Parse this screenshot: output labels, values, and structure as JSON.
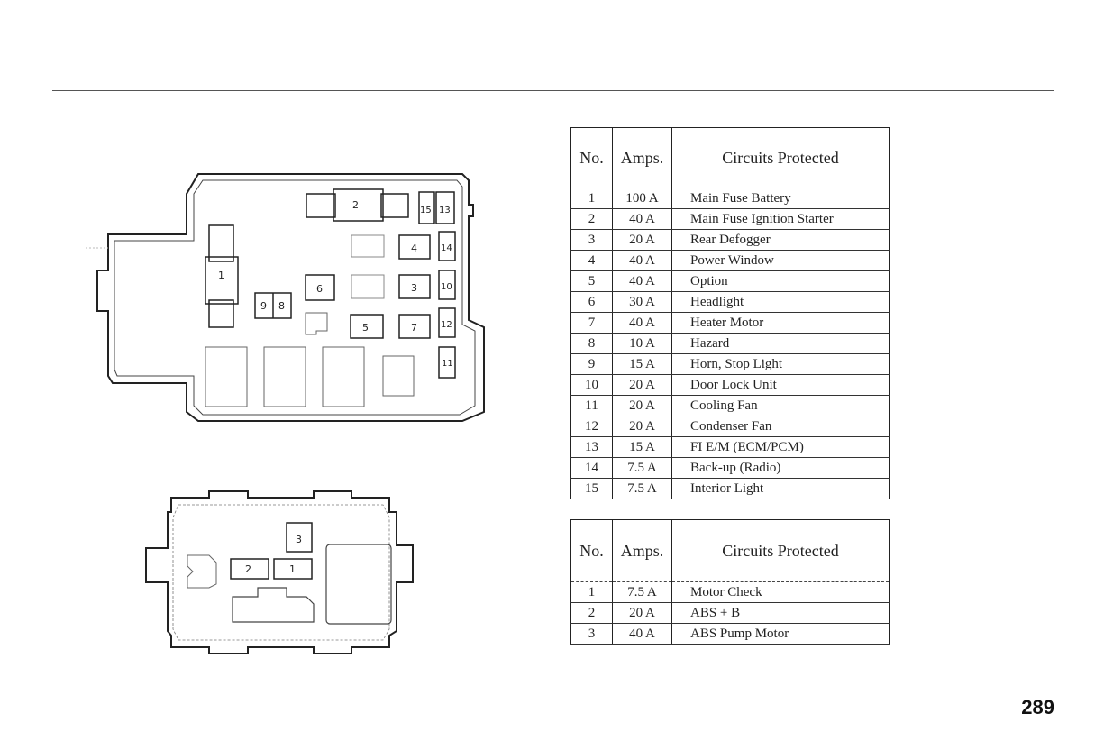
{
  "page_number": "289",
  "main_box": {
    "fuse_labels": [
      "1",
      "2",
      "3",
      "4",
      "5",
      "6",
      "7",
      "8",
      "9",
      "10",
      "11",
      "12",
      "13",
      "14",
      "15"
    ]
  },
  "secondary_box": {
    "fuse_labels": [
      "1",
      "2",
      "3"
    ]
  },
  "main_table": {
    "headers": {
      "no": "No.",
      "amps": "Amps.",
      "circuits": "Circuits Protected"
    },
    "rows": [
      {
        "no": "1",
        "amps": "100 A",
        "circuit": "Main Fuse Battery"
      },
      {
        "no": "2",
        "amps": "40 A",
        "circuit": "Main Fuse Ignition Starter"
      },
      {
        "no": "3",
        "amps": "20 A",
        "circuit": "Rear Defogger"
      },
      {
        "no": "4",
        "amps": "40 A",
        "circuit": "Power Window"
      },
      {
        "no": "5",
        "amps": "40 A",
        "circuit": "Option"
      },
      {
        "no": "6",
        "amps": "30 A",
        "circuit": "Headlight"
      },
      {
        "no": "7",
        "amps": "40 A",
        "circuit": "Heater Motor"
      },
      {
        "no": "8",
        "amps": "10 A",
        "circuit": "Hazard"
      },
      {
        "no": "9",
        "amps": "15 A",
        "circuit": "Horn, Stop Light"
      },
      {
        "no": "10",
        "amps": "20 A",
        "circuit": "Door Lock Unit"
      },
      {
        "no": "11",
        "amps": "20 A",
        "circuit": "Cooling Fan"
      },
      {
        "no": "12",
        "amps": "20 A",
        "circuit": "Condenser Fan"
      },
      {
        "no": "13",
        "amps": "15 A",
        "circuit": "FI E/M (ECM/PCM)"
      },
      {
        "no": "14",
        "amps": "7.5 A",
        "circuit": "Back-up (Radio)"
      },
      {
        "no": "15",
        "amps": "7.5 A",
        "circuit": "Interior Light"
      }
    ]
  },
  "secondary_table": {
    "headers": {
      "no": "No.",
      "amps": "Amps.",
      "circuits": "Circuits Protected"
    },
    "rows": [
      {
        "no": "1",
        "amps": "7.5 A",
        "circuit": "Motor Check"
      },
      {
        "no": "2",
        "amps": "20 A",
        "circuit": "ABS + B"
      },
      {
        "no": "3",
        "amps": "40 A",
        "circuit": "ABS Pump Motor"
      }
    ]
  }
}
